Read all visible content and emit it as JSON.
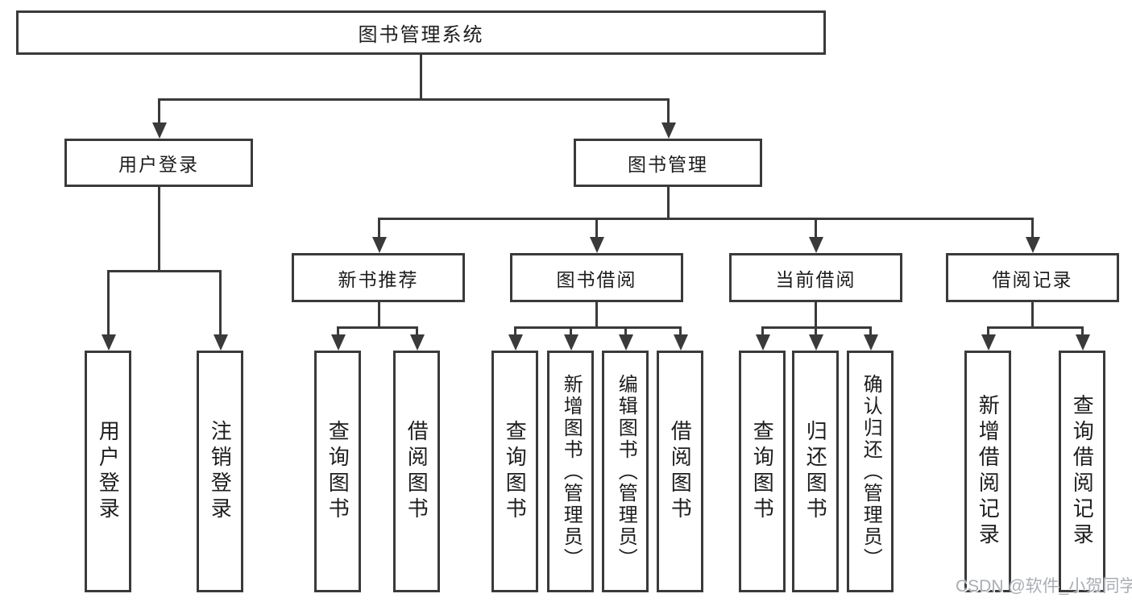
{
  "colors": {
    "line": "#3a3a3a",
    "text": "#1d1d1d",
    "watermark": "#a9aeb4"
  },
  "tree": {
    "root": "图书管理系统",
    "level2": [
      {
        "label": "用户登录"
      },
      {
        "label": "图书管理"
      }
    ],
    "level3": [
      {
        "label": "新书推荐"
      },
      {
        "label": "图书借阅"
      },
      {
        "label": "当前借阅"
      },
      {
        "label": "借阅记录"
      }
    ],
    "leaves": {
      "g1": [
        "用户登录",
        "注销登录"
      ],
      "g2": [
        "查询图书",
        "借阅图书"
      ],
      "g3": [
        "查询图书",
        "新增图书（管理员）",
        "编辑图书（管理员）",
        "借阅图书"
      ],
      "g4": [
        "查询图书",
        "归还图书",
        "确认归还（管理员）"
      ],
      "g5": [
        "新增借阅记录",
        "查询借阅记录"
      ]
    }
  },
  "watermark": "CSDN @软件_小贺同学"
}
